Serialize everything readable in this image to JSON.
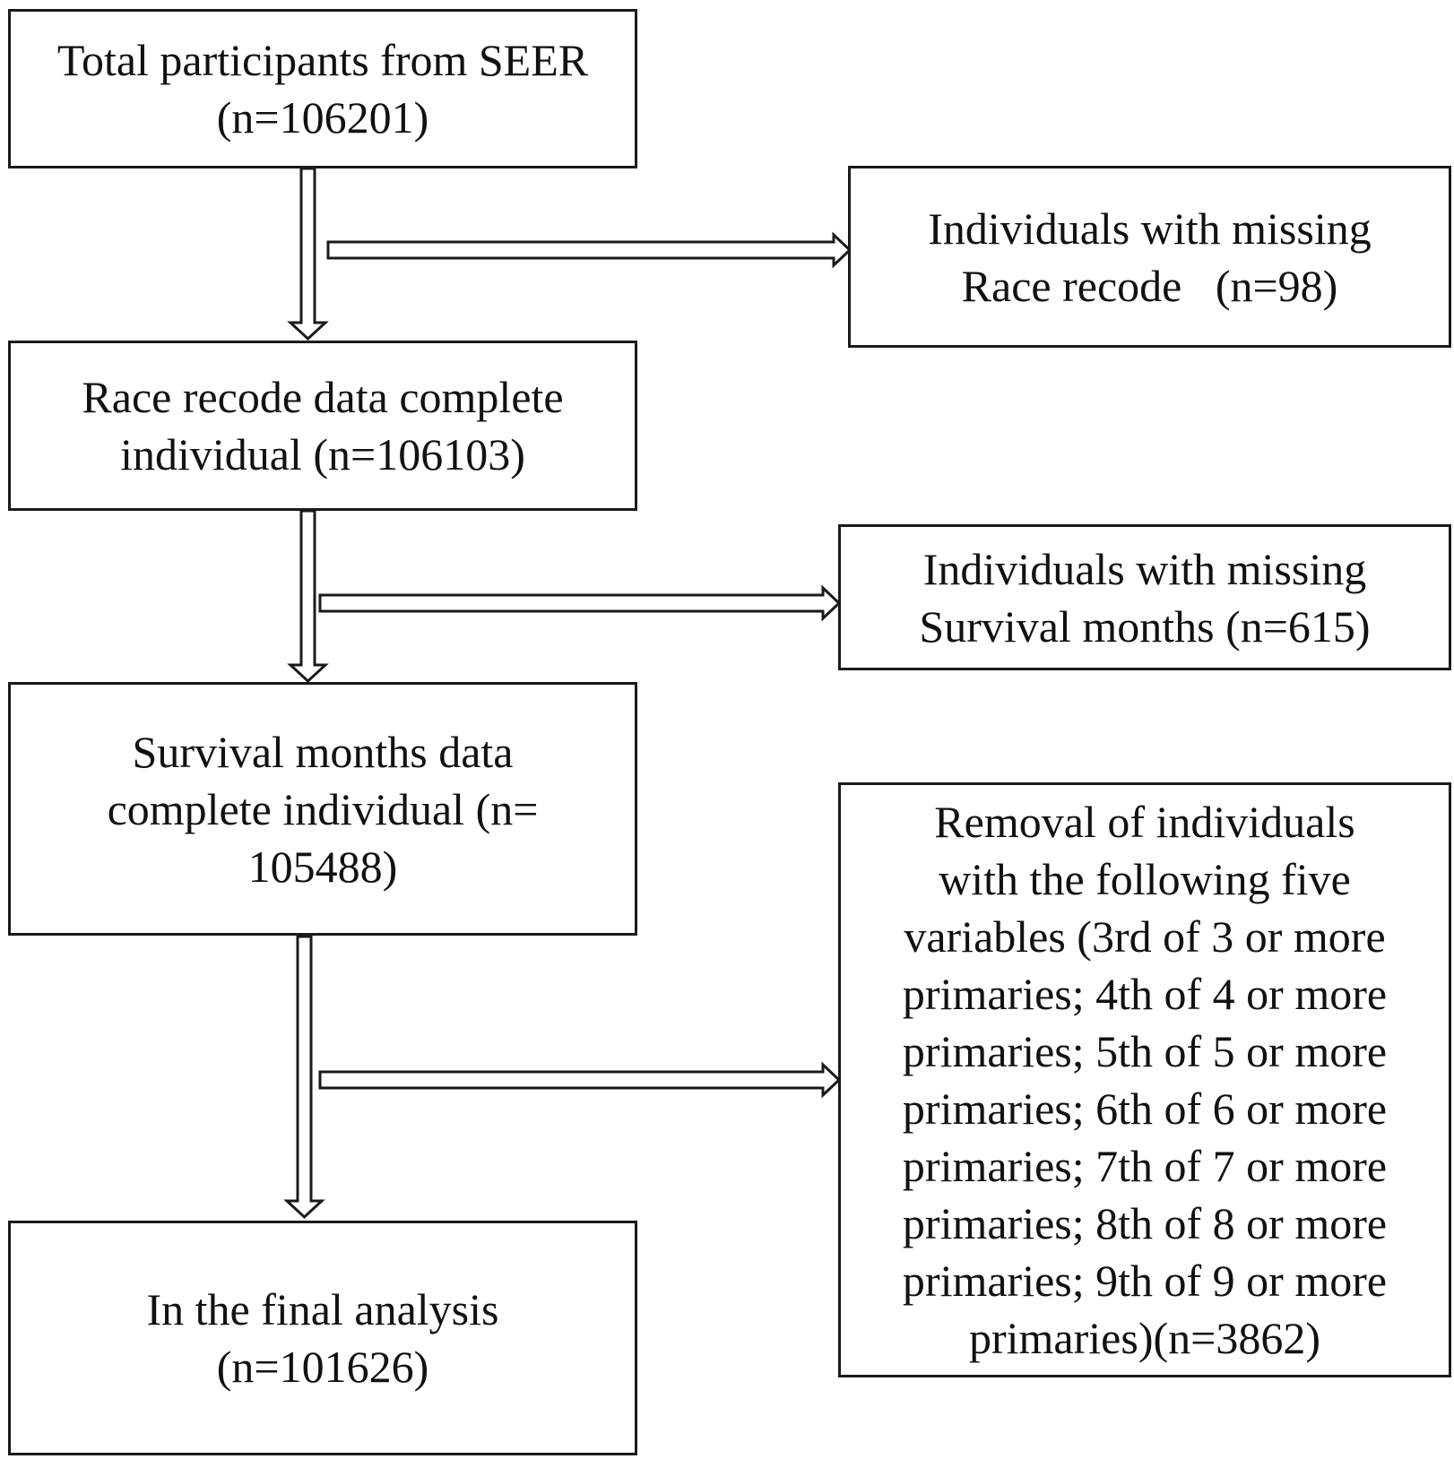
{
  "main_boxes": [
    {
      "lines": [
        "Total participants from SEER",
        "(n=106201)"
      ]
    },
    {
      "lines": [
        "Race recode data complete",
        "individual (n=106103)"
      ]
    },
    {
      "lines": [
        "Survival months data",
        "complete individual (n=",
        "105488)"
      ]
    },
    {
      "lines": [
        "In the final analysis",
        "(n=101626)"
      ]
    }
  ],
  "side_boxes": [
    {
      "lines": [
        "Individuals with missing",
        "Race recode   (n=98)"
      ]
    },
    {
      "lines": [
        "Individuals with missing",
        "Survival months (n=615)"
      ]
    },
    {
      "lines": [
        "Removal of individuals",
        "with the following five",
        "variables (3rd of 3 or more",
        "primaries; 4th of 4 or more",
        "primaries; 5th of 5 or more",
        "primaries; 6th of 6 or more",
        "primaries; 7th of 7 or more",
        "primaries; 8th of 8 or more",
        "primaries; 9th of 9 or more",
        "primaries)(n=3862)"
      ]
    }
  ]
}
